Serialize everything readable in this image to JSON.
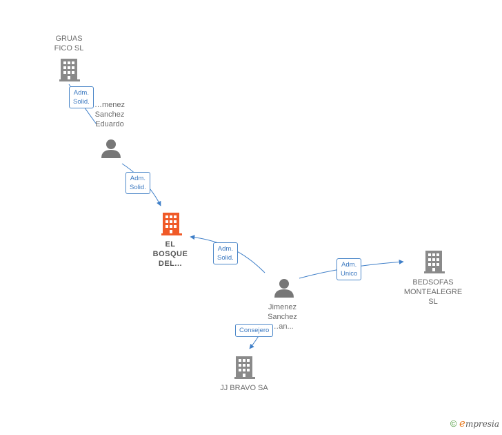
{
  "nodes": {
    "gruas": {
      "name": "GRUAS\nFICO SL",
      "type": "company"
    },
    "eduardo": {
      "name": "…menez\nSanchez\nEduardo",
      "type": "person"
    },
    "bosque": {
      "name": "EL\nBOSQUE\nDEL...",
      "type": "company-focus"
    },
    "juan": {
      "name": "Jimenez\nSanchez\n…an...",
      "type": "person"
    },
    "bedsofas": {
      "name": "BEDSOFAS\nMONTEALEGRE\nSL",
      "type": "company"
    },
    "jjbravo": {
      "name": "JJ BRAVO SA",
      "type": "company"
    }
  },
  "edges": {
    "e1": {
      "label": "Adm.\nSolid."
    },
    "e2": {
      "label": "Adm.\nSolid."
    },
    "e3": {
      "label": "Adm.\nSolid."
    },
    "e4": {
      "label": "Adm.\nUnico"
    },
    "e5": {
      "label": "Consejero"
    }
  },
  "footer": {
    "copyright": "©",
    "brand_e": "e",
    "brand_rest": "mpresia"
  },
  "colors": {
    "company": "#8a8a8a",
    "focus": "#f05a28",
    "edge": "#3f7fc8"
  },
  "icons": {
    "company": "building-icon",
    "person": "person-icon"
  }
}
